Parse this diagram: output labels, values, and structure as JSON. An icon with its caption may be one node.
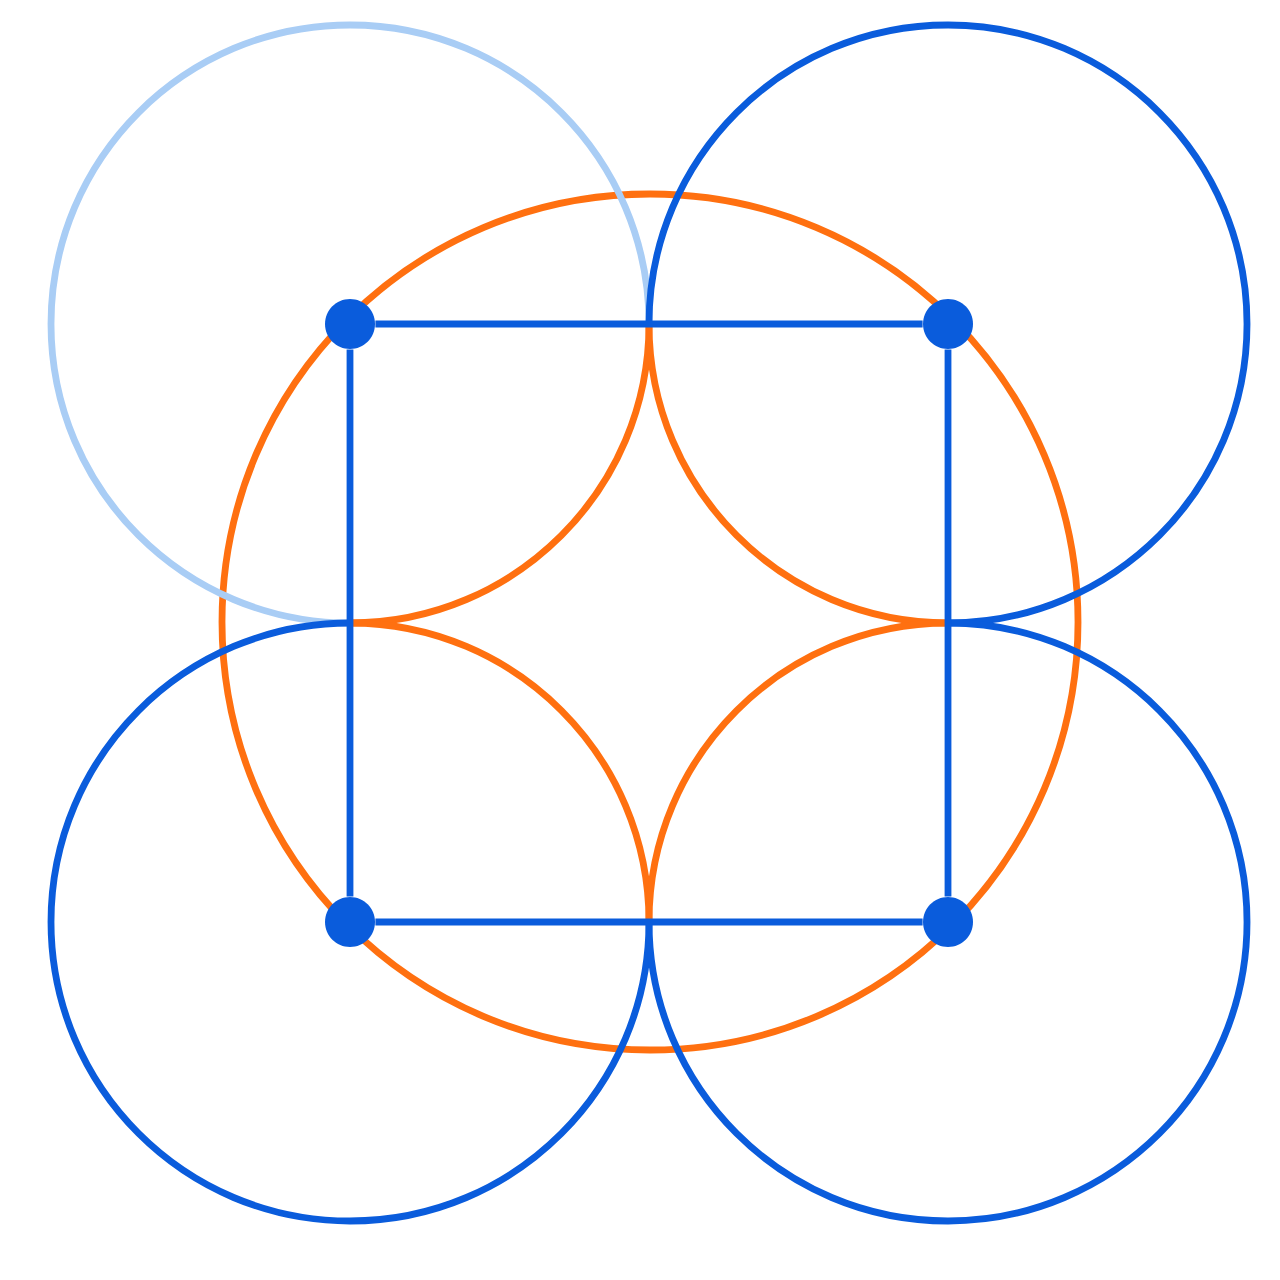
{
  "diagram": {
    "nodes": [
      {
        "text": [],
        "shape": "circle"
      },
      {
        "text": [],
        "shape": "circle"
      },
      {
        "text": [],
        "shape": "circle"
      },
      {
        "text": [],
        "shape": "circle"
      }
    ],
    "edges": [
      {
        "from": 0,
        "to": 1,
        "arrow": "none"
      },
      {
        "from": 1,
        "to": 3,
        "arrow": "none"
      },
      {
        "from": 3,
        "to": 2,
        "arrow": "none"
      },
      {
        "from": 2,
        "to": 0,
        "arrow": "none"
      }
    ]
  }
}
